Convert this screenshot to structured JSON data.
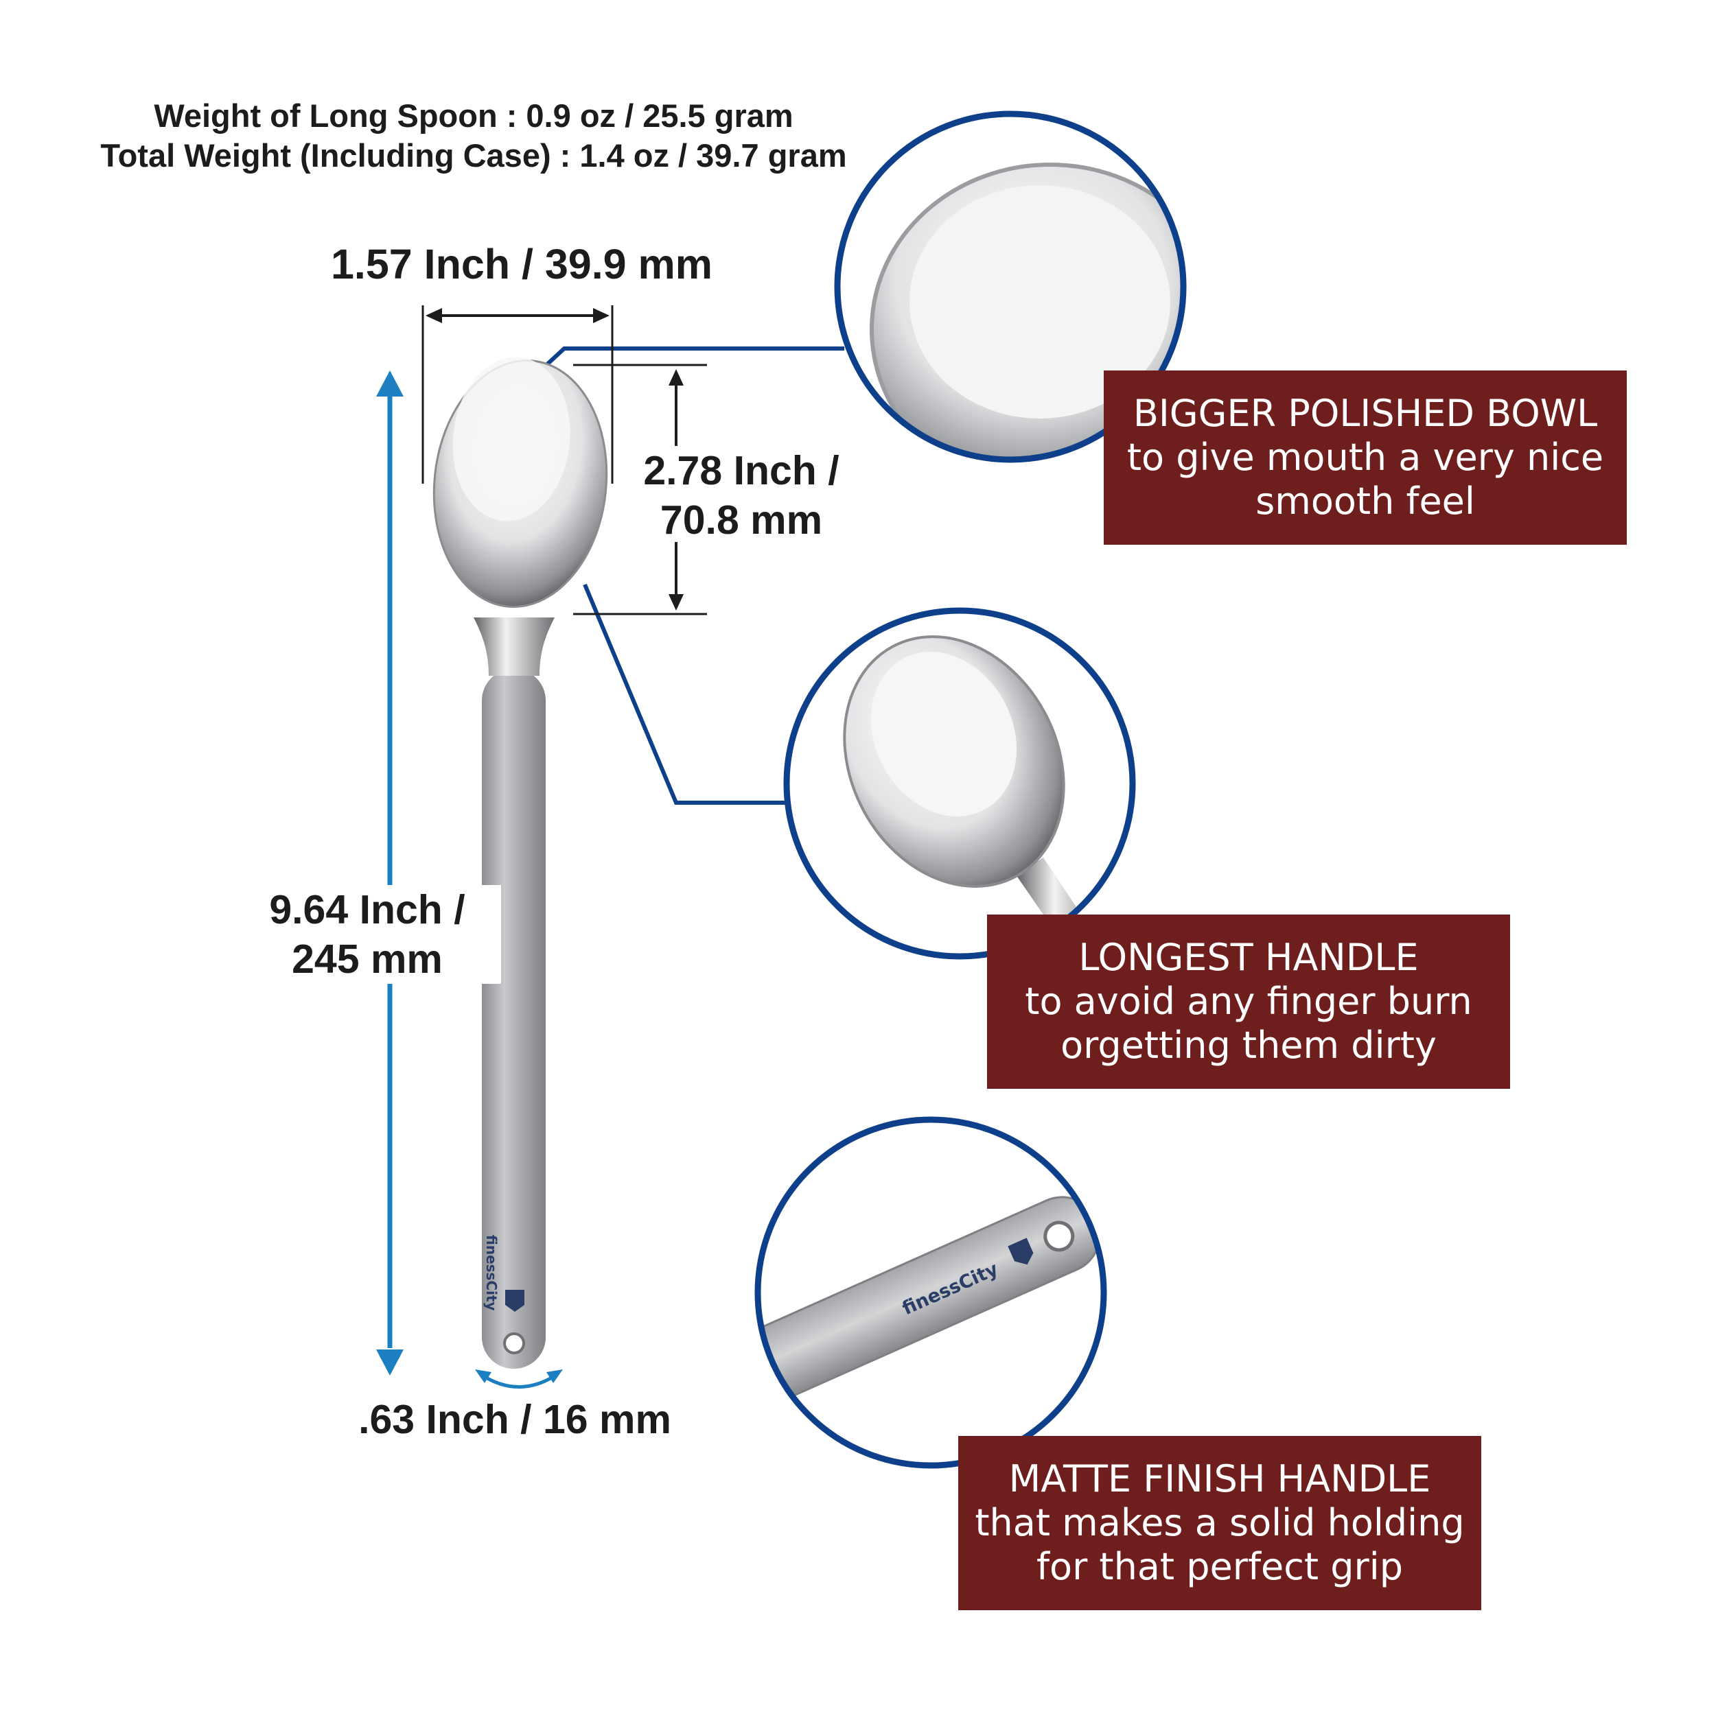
{
  "specs": {
    "weight_line1": "Weight of Long Spoon : 0.9 oz / 25.5 gram",
    "weight_line2": "Total Weight (Including Case) : 1.4 oz / 39.7 gram"
  },
  "dimensions": {
    "bowl_width": "1.57 Inch / 39.9 mm",
    "bowl_length_line1": "2.78 Inch /",
    "bowl_length_line2": "70.8 mm",
    "total_length_line1": "9.64 Inch /",
    "total_length_line2": "245 mm",
    "handle_width": ".63 Inch / 16 mm"
  },
  "features": [
    {
      "title": "BIGGER POLISHED BOWL",
      "line2": "to give mouth a very nice",
      "line3": "smooth feel"
    },
    {
      "title": "LONGEST HANDLE",
      "line2": "to avoid any finger burn",
      "line3": "orgetting them dirty"
    },
    {
      "title": "MATTE FINISH HANDLE",
      "line2": "that makes a solid holding",
      "line3": "for that perfect grip"
    }
  ],
  "brand": {
    "name": "finessCity"
  },
  "colors": {
    "circle_border": "#0e3f8a",
    "arrow_blue": "#1b7fc1",
    "callout_bg": "#6e1e1c",
    "text_dark": "#1c1c1c"
  },
  "icons": [
    "double-arrow-icon",
    "curved-arrow-icon",
    "logo-icon"
  ]
}
